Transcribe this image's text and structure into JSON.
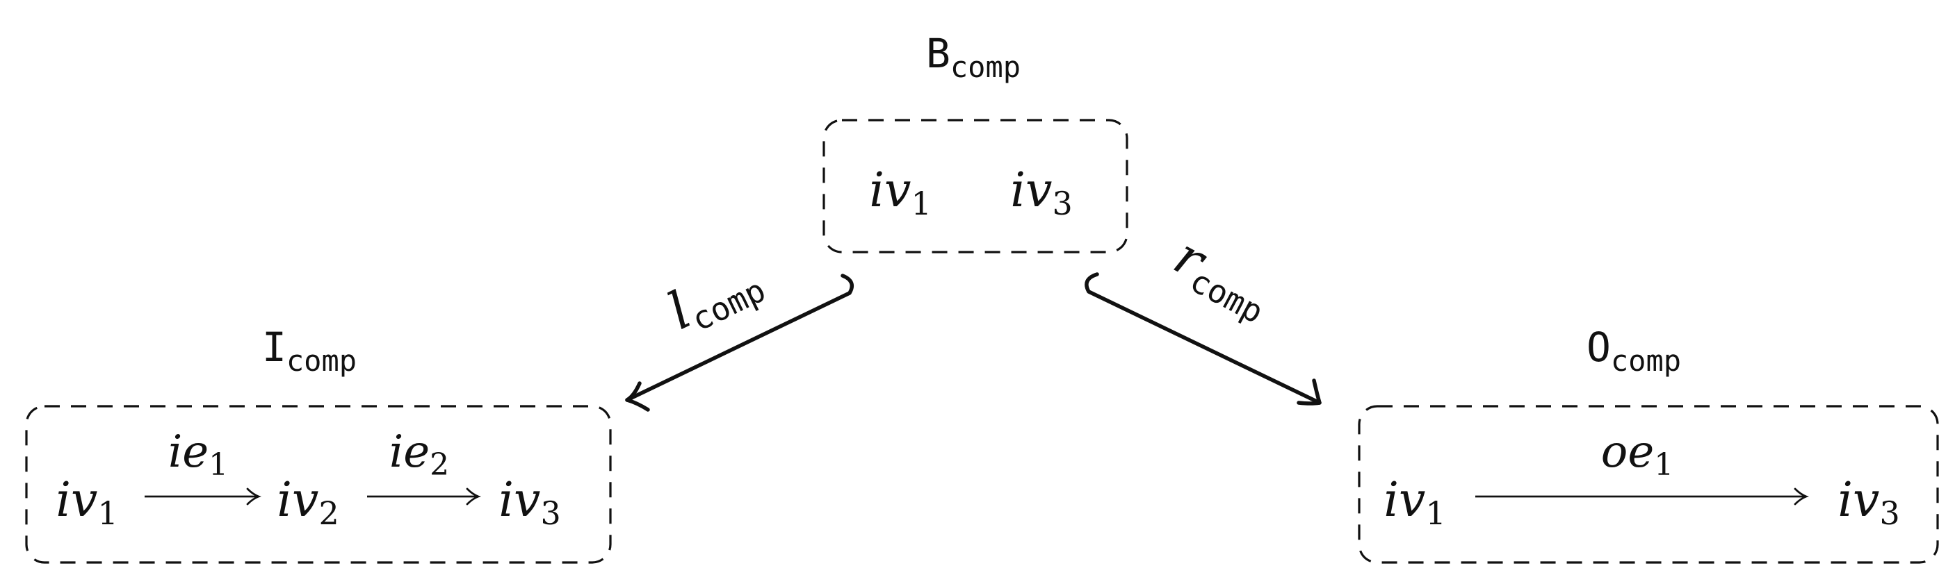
{
  "graphs": {
    "B": {
      "label": {
        "main": "B",
        "sub": "comp"
      },
      "vertices": [
        {
          "main": "iv",
          "sub": "1"
        },
        {
          "main": "iv",
          "sub": "3"
        }
      ]
    },
    "I": {
      "label": {
        "main": "I",
        "sub": "comp"
      },
      "vertices": [
        {
          "main": "iv",
          "sub": "1"
        },
        {
          "main": "iv",
          "sub": "2"
        },
        {
          "main": "iv",
          "sub": "3"
        }
      ],
      "edges": [
        {
          "main": "ie",
          "sub": "1"
        },
        {
          "main": "ie",
          "sub": "2"
        }
      ]
    },
    "O": {
      "label": {
        "main": "O",
        "sub": "comp"
      },
      "vertices": [
        {
          "main": "iv",
          "sub": "1"
        },
        {
          "main": "iv",
          "sub": "3"
        }
      ],
      "edges": [
        {
          "main": "oe",
          "sub": "1"
        }
      ]
    }
  },
  "morphisms": {
    "left": {
      "main": "l",
      "sub": "comp"
    },
    "right": {
      "main": "r",
      "sub": "comp"
    }
  }
}
